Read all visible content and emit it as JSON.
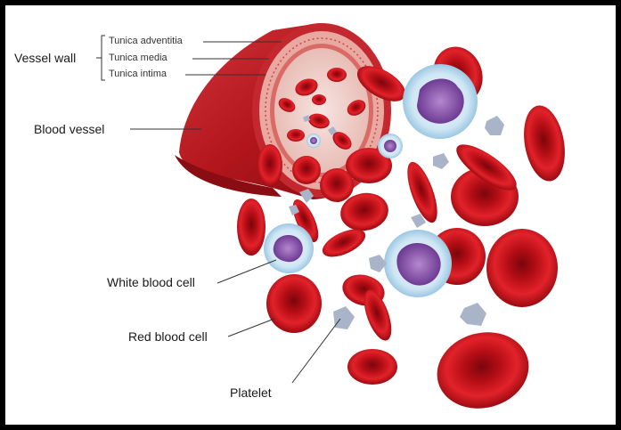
{
  "labels": {
    "vessel_wall": "Vessel wall",
    "tunica_adventitia": "Tunica adventitia",
    "tunica_media": "Tunica media",
    "tunica_intima": "Tunica intima",
    "blood_vessel": "Blood vessel",
    "white_blood_cell": "White blood cell",
    "red_blood_cell": "Red blood cell",
    "platelet": "Platelet"
  },
  "colors": {
    "frame": "#000000",
    "background": "#ffffff",
    "vessel": "#b3151c",
    "rbc": "#cc1018",
    "rbc_dark": "#8a0a10",
    "wbc_membrane": "#d9ecf7",
    "wbc_nucleus": "#8f5bb0",
    "platelet": "#a9b4c9"
  }
}
